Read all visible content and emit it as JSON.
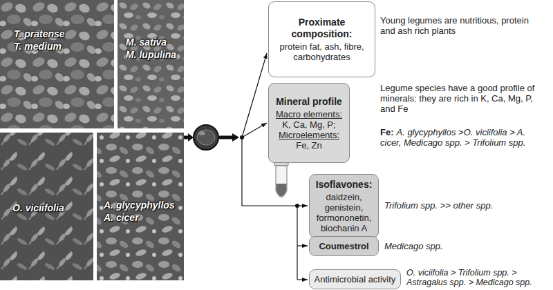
{
  "diagram": {
    "nodes": [
      {
        "text": [
          "T. pratense",
          "T. medium"
        ]
      },
      {
        "text": [
          "M. sativa",
          "M. lupulina"
        ]
      },
      {
        "text": [
          "O. viciifolia"
        ]
      },
      {
        "text": [
          "A. glycyphyllos",
          "A. cicer"
        ]
      },
      {
        "text": [
          "Proximate composition:",
          "protein fat, ash, fibre, carbohydrates"
        ]
      },
      {
        "text": [
          "Mineral profile",
          "Macro elements:",
          "K, Ca, Mg, P;",
          "Microelements:",
          "Fe, Zn"
        ]
      },
      {
        "text": [
          "Isoflavones:",
          "daidzein, genistein, formononetin, biochanin A"
        ]
      },
      {
        "text": [
          "Coumestrol"
        ]
      },
      {
        "text": [
          "Antimicrobial activity"
        ]
      }
    ],
    "labels": [
      "Young legumes are nutritious, protein and ash rich plants",
      "Legume species have a good profile of minerals: they are rich in K, Ca, Mg, P, and Fe",
      "Fe:",
      "A. glycyphyllos >O. viciifolia > A. cicer, Medicago spp. > Trifolium spp.",
      "Trifolium spp. >> other spp.",
      "Medicago spp.",
      "O. viciifolia > Trifolium spp. > Astragalus spp. > Medicago spp."
    ]
  }
}
